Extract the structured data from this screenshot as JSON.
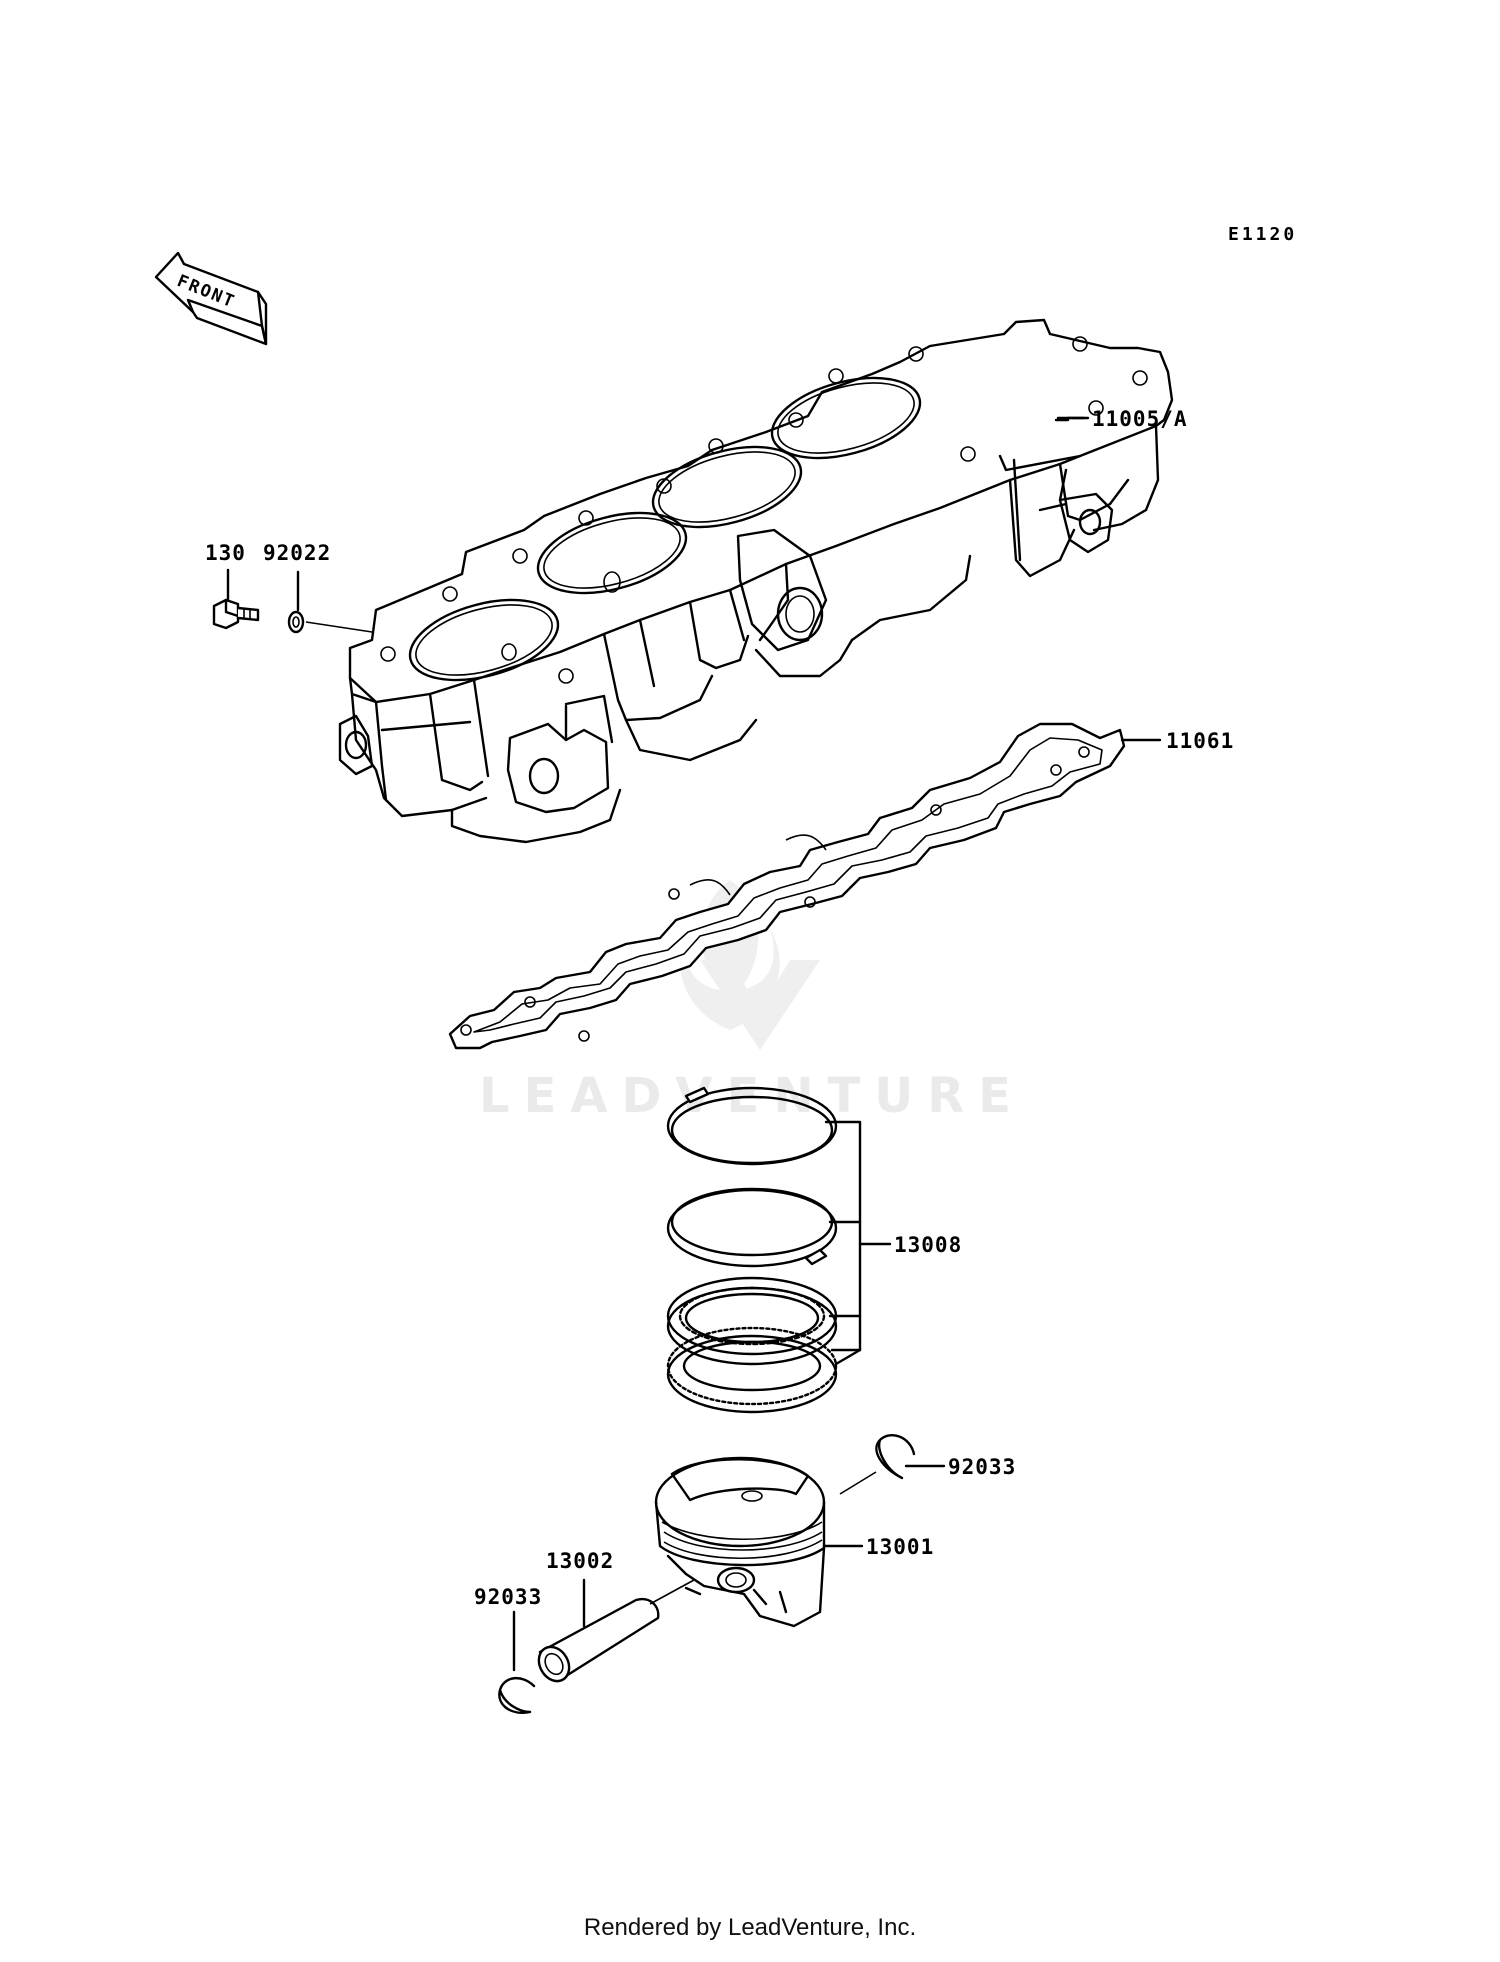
{
  "diagram_code": "E1120",
  "front_label": "FRONT",
  "watermark": "LEADVENTURE",
  "footer": "Rendered by LeadVenture, Inc.",
  "callouts": {
    "cylinder": "11005/A",
    "gasket": "11061",
    "bolt": "130",
    "washer": "92022",
    "ring_set": "13008",
    "clip_right": "92033",
    "piston": "13001",
    "pin": "13002",
    "clip_left": "92033"
  }
}
